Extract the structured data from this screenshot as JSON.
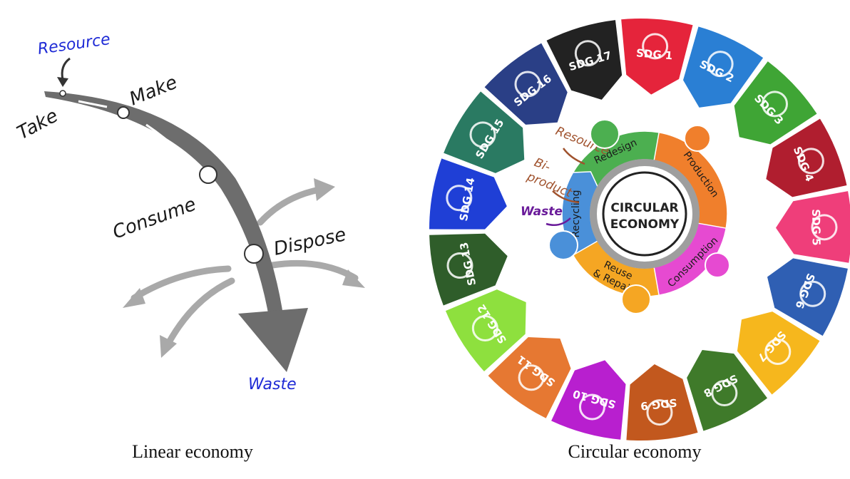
{
  "linear": {
    "steps": {
      "resource": "Resource",
      "take": "Take",
      "make": "Make",
      "consume": "Consume",
      "dispose": "Dispose",
      "waste": "Waste"
    },
    "caption": "Linear economy"
  },
  "circular": {
    "center": {
      "line1": "CIRCULAR",
      "line2": "ECONOMY"
    },
    "arcs": [
      {
        "label": "Redesign",
        "color": "#4caf50"
      },
      {
        "label": "Production",
        "color": "#f07f2c"
      },
      {
        "label": "Consumption",
        "color": "#e64ad1"
      },
      {
        "label_line1": "Reuse",
        "label_line2": "& Repair",
        "color": "#f5a623"
      },
      {
        "label": "Recycling",
        "color": "#4a90d9"
      }
    ],
    "side_labels": {
      "resource": "Resource",
      "biproduct_line1": "Bi-",
      "biproduct_line2": "product",
      "waste": "Waste"
    },
    "sdgs": [
      {
        "label": "SDG 1",
        "color": "#e5243b"
      },
      {
        "label": "SDG 2",
        "color": "#2a7fd4"
      },
      {
        "label": "SDG 3",
        "color": "#3fa535"
      },
      {
        "label": "SDG 4",
        "color": "#b01e2f"
      },
      {
        "label": "SDG 5",
        "color": "#ef3e7a"
      },
      {
        "label": "SDG 6",
        "color": "#2f5fb3"
      },
      {
        "label": "SDG 7",
        "color": "#f6b71d"
      },
      {
        "label": "SDG 8",
        "color": "#3f7a2a"
      },
      {
        "label": "SDG 9",
        "color": "#c2581e"
      },
      {
        "label": "SDG 10",
        "color": "#b81fcf"
      },
      {
        "label": "SDG 11",
        "color": "#e67832"
      },
      {
        "label": "SDG 12",
        "color": "#8ee03e"
      },
      {
        "label": "SDG 13",
        "color": "#2f5d2a"
      },
      {
        "label": "SDG 14",
        "color": "#1f3fd6"
      },
      {
        "label": "SDG 15",
        "color": "#2a7a62"
      },
      {
        "label": "SDG 16",
        "color": "#2a3f86"
      },
      {
        "label": "SDG 17",
        "color": "#222222"
      }
    ],
    "caption": "Circular economy"
  },
  "colors": {
    "arrow": "#6d6d6d",
    "arrow_light": "#a9a9a9",
    "accent_blue": "#1f2bd6",
    "resource_brown": "#a0522d",
    "waste_purple": "#6a1b9a"
  }
}
